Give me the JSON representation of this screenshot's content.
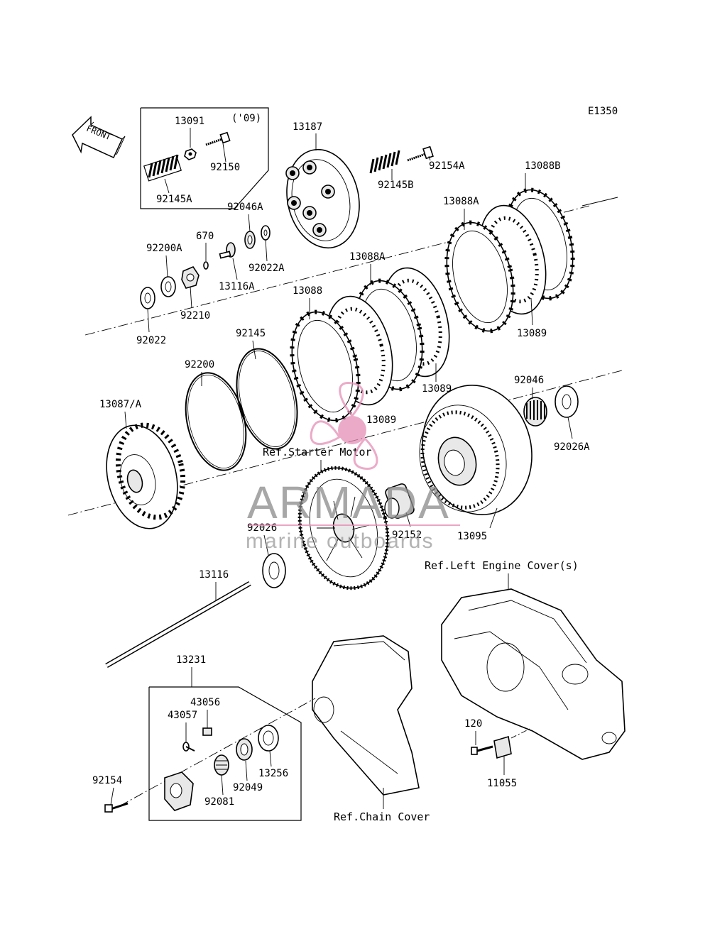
{
  "diagram_code": "E1350",
  "front_label": "FRONT",
  "year_note": "('09)",
  "part_labels": {
    "p13091": "13091",
    "p92150": "92150",
    "p92145A": "92145A",
    "p13187": "13187",
    "p92154A": "92154A",
    "p92145B": "92145B",
    "p13088B": "13088B",
    "p13088A_top": "13088A",
    "p92046A": "92046A",
    "p670": "670",
    "p92200A": "92200A",
    "p92022A": "92022A",
    "p13116A": "13116A",
    "p92210": "92210",
    "p92022": "92022",
    "p13088A_mid": "13088A",
    "p13088": "13088",
    "p13089_right": "13089",
    "p13089_mid": "13089",
    "p13089_low": "13089",
    "p92145": "92145",
    "p92200": "92200",
    "p13087A": "13087/A",
    "p92046": "92046",
    "p92026A": "92026A",
    "p92026": "92026",
    "p92152": "92152",
    "p13095": "13095",
    "p13116": "13116",
    "p13231": "13231",
    "p43056": "43056",
    "p43057": "43057",
    "p92154": "92154",
    "p92081": "92081",
    "p92049": "92049",
    "p13256": "13256",
    "p120": "120",
    "p11055": "11055"
  },
  "references": {
    "starter_motor": "Ref.Starter Motor",
    "left_engine_cover": "Ref.Left Engine Cover(s)",
    "chain_cover": "Ref.Chain Cover"
  },
  "watermark": {
    "brand": "ARMADA",
    "tagline": "marine outboards",
    "color_pink": "#e58fb6",
    "color_gray": "#8a8a8a"
  }
}
